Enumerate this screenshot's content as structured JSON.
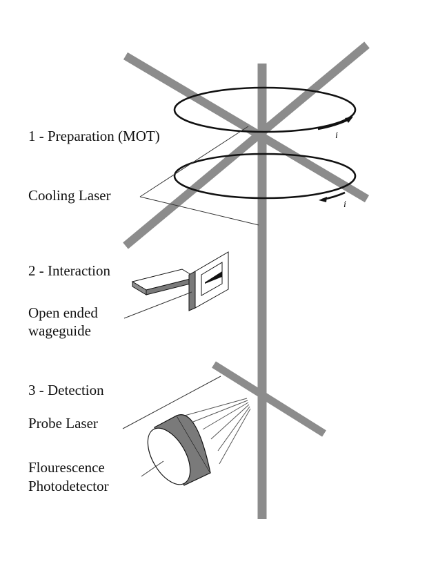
{
  "labels": {
    "preparation": "1 - Preparation (MOT)",
    "cooling_laser": "Cooling Laser",
    "interaction": "2 - Interaction",
    "waveguide_line1": "Open ended",
    "waveguide_line2": "wageguide",
    "detection": "3 - Detection",
    "probe_laser": "Probe Laser",
    "photodetector_line1": "Flourescence",
    "photodetector_line2": "Photodetector"
  },
  "coil_current_symbol": "i",
  "colors": {
    "beam": "#8c8c8c",
    "dark_face": "#7a7a7a",
    "outline": "#111111",
    "leader": "#333333",
    "background": "#ffffff"
  }
}
